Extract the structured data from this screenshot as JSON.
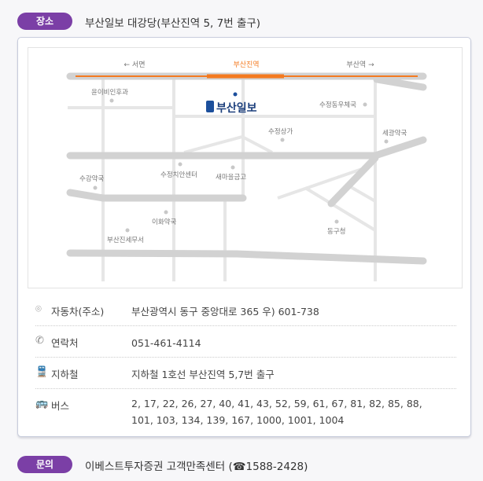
{
  "place": {
    "badge": "장소",
    "title": "부산일보 대강당(부산진역 5, 7번 출구)"
  },
  "map": {
    "directions": {
      "left": "← 서면",
      "center": "부산진역",
      "right": "부산역 →"
    },
    "logo": "부산일보",
    "landmarks": [
      "윤이비인후과",
      "수정동우체국",
      "수정상가",
      "세광약국",
      "수강약국",
      "수정치안센터",
      "새마을금고",
      "이화약국",
      "부산진세무서",
      "동구청"
    ],
    "colors": {
      "road": "#d2d2d2",
      "minor_road": "#e6e6e6",
      "subway": "#f47a20",
      "logo": "#1c4f9c"
    }
  },
  "info": [
    {
      "icon": "location-pin-icon",
      "label": "자동차(주소)",
      "value": "부산광역시 동구 중앙대로 365  우) 601-738"
    },
    {
      "icon": "phone-icon",
      "label": "연락처",
      "value": "051-461-4114"
    },
    {
      "icon": "subway-icon",
      "label": "지하철",
      "value": "지하철 1호선 부산진역 5,7번 출구"
    },
    {
      "icon": "bus-icon",
      "label": "버스",
      "value": "2, 17, 22, 26, 27, 40, 41, 43, 52, 59, 61, 67, 81, 82, 85, 88,",
      "value2": "101, 103, 134, 139, 167, 1000, 1001, 1004"
    }
  ],
  "contact": {
    "badge": "문의",
    "text": "이베스트투자증권 고객만족센터 (☎1588-2428)"
  }
}
